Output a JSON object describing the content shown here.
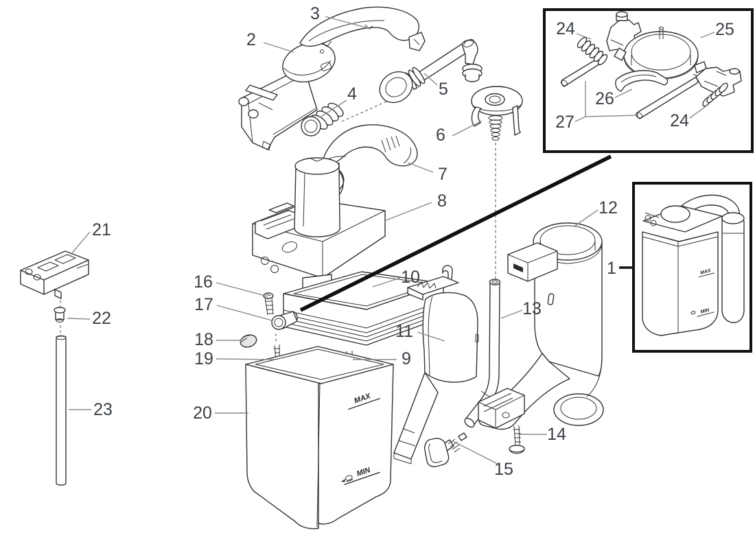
{
  "diagram": {
    "kind": "exploded-parts-diagram",
    "labels": {
      "p1": "1",
      "p2": "2",
      "p3": "3",
      "p4": "4",
      "p5": "5",
      "p6": "6",
      "p7": "7",
      "p8": "8",
      "p9": "9",
      "p10": "10",
      "p11": "11",
      "p12": "12",
      "p13": "13",
      "p14": "14",
      "p15": "15",
      "p16": "16",
      "p17": "17",
      "p18": "18",
      "p19": "19",
      "p20": "20",
      "p21": "21",
      "p22": "22",
      "p23": "23",
      "p24": "24",
      "p25": "25",
      "p26": "26",
      "p27": "27"
    },
    "markings": {
      "max": "MAX",
      "min": "MIN"
    },
    "colors": {
      "background": "#ffffff",
      "line_art": "#333333",
      "label_text": "#3b4046",
      "leader_line": "#8a8a8a",
      "frame": "#111111"
    }
  }
}
